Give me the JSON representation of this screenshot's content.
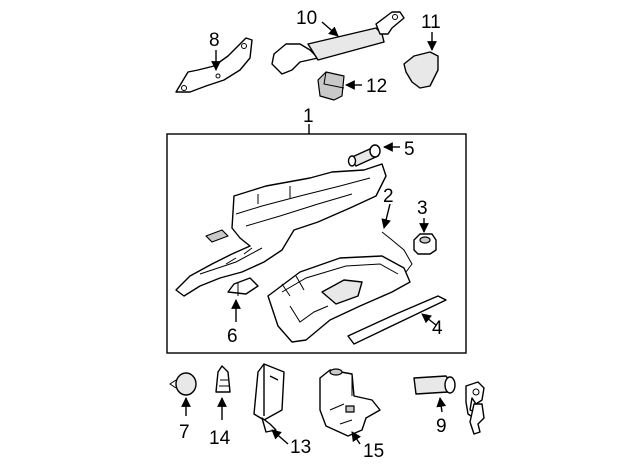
{
  "callouts": {
    "c1": "1",
    "c2": "2",
    "c3": "3",
    "c4": "4",
    "c5": "5",
    "c6": "6",
    "c7": "7",
    "c8": "8",
    "c9": "9",
    "c10": "10",
    "c11": "11",
    "c12": "12",
    "c13": "13",
    "c14": "14",
    "c15": "15"
  },
  "colors": {
    "line": "#000000",
    "fill_light": "#e8e8e8",
    "fill_dark": "#c9c9c9",
    "background": "#ffffff"
  }
}
